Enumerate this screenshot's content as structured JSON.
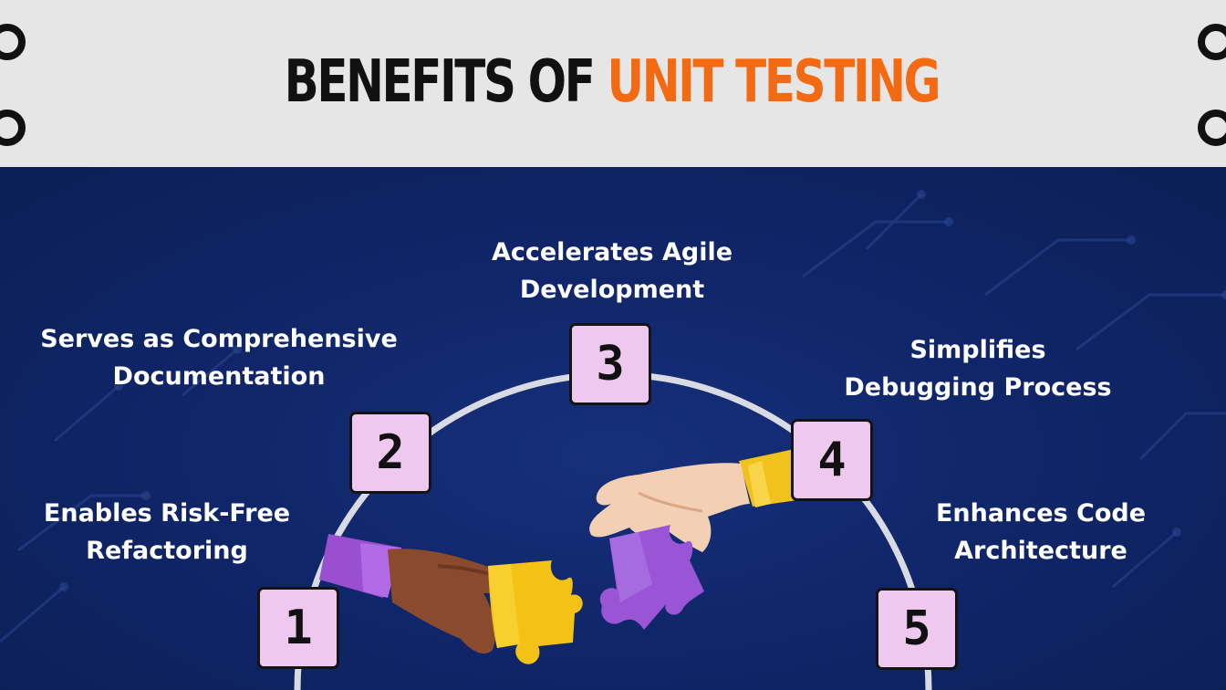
{
  "title": {
    "part1": "BENEFITS OF ",
    "part2": "UNIT TESTING"
  },
  "benefits": [
    {
      "number": "1",
      "line1": "Enables Risk-Free",
      "line2": "Refactoring"
    },
    {
      "number": "2",
      "line1": "Serves as Comprehensive",
      "line2": "Documentation"
    },
    {
      "number": "3",
      "line1": "Accelerates Agile",
      "line2": "Development"
    },
    {
      "number": "4",
      "line1": "Simplifies",
      "line2": "Debugging Process"
    },
    {
      "number": "5",
      "line1": "Enhances Code",
      "line2": "Architecture"
    }
  ],
  "colors": {
    "header_bg": "#e6e6e6",
    "title_dark": "#111111",
    "title_accent": "#f46a12",
    "panel_bg": "#10266a",
    "box_fill": "#efc8ef",
    "arc": "#d9dbe4"
  },
  "icons": [
    "ring-icon",
    "hand-icon",
    "puzzle-piece-icon"
  ]
}
